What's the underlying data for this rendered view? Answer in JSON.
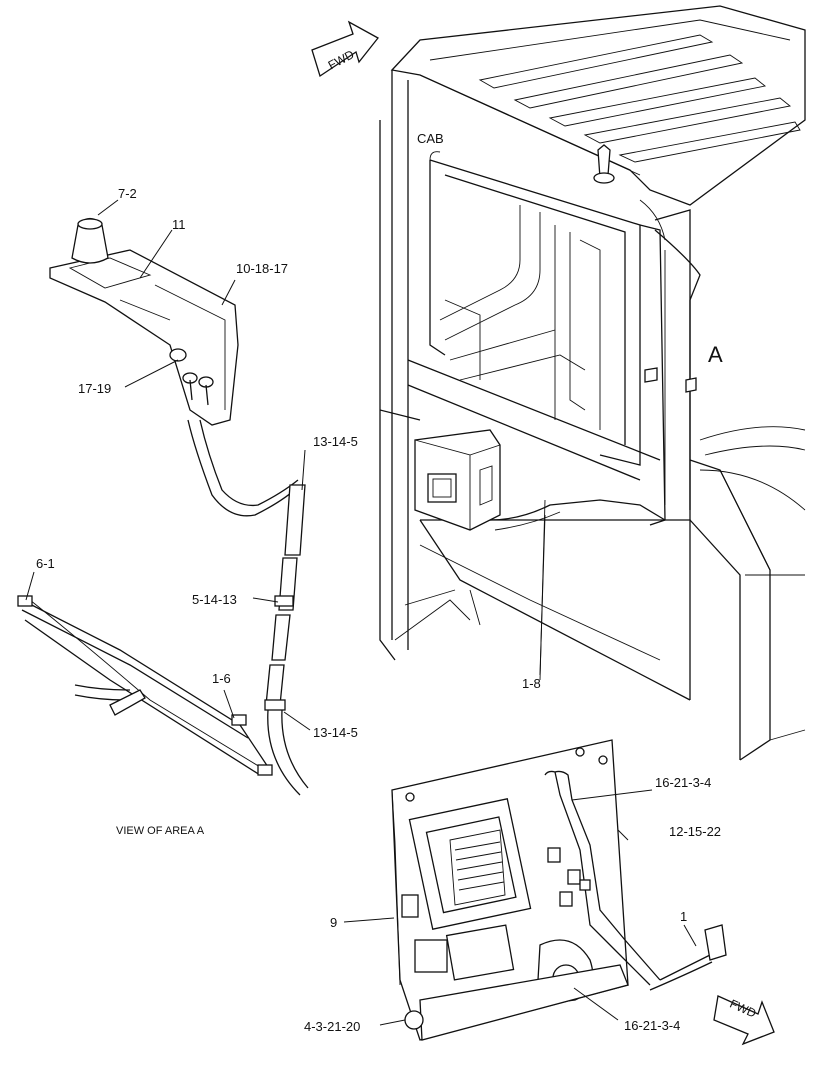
{
  "diagram": {
    "main_area_label": "CAB",
    "area_marker": "A",
    "fwd_label": "FWD",
    "view_caption": "VIEW OF AREA A",
    "callouts": {
      "c_7_2": "7-2",
      "c_11": "11",
      "c_10_18_17": "10-18-17",
      "c_17_19": "17-19",
      "c_13_14_5_top": "13-14-5",
      "c_6_1": "6-1",
      "c_5_14_13": "5-14-13",
      "c_1_6": "1-6",
      "c_13_14_5_bottom": "13-14-5",
      "c_1_8": "1-8",
      "c_16_21_3_4_top": "16-21-3-4",
      "c_12_15_22": "12-15-22",
      "c_9": "9",
      "c_1": "1",
      "c_4_3_21_20": "4-3-21-20",
      "c_16_21_3_4_bottom": "16-21-3-4"
    }
  }
}
